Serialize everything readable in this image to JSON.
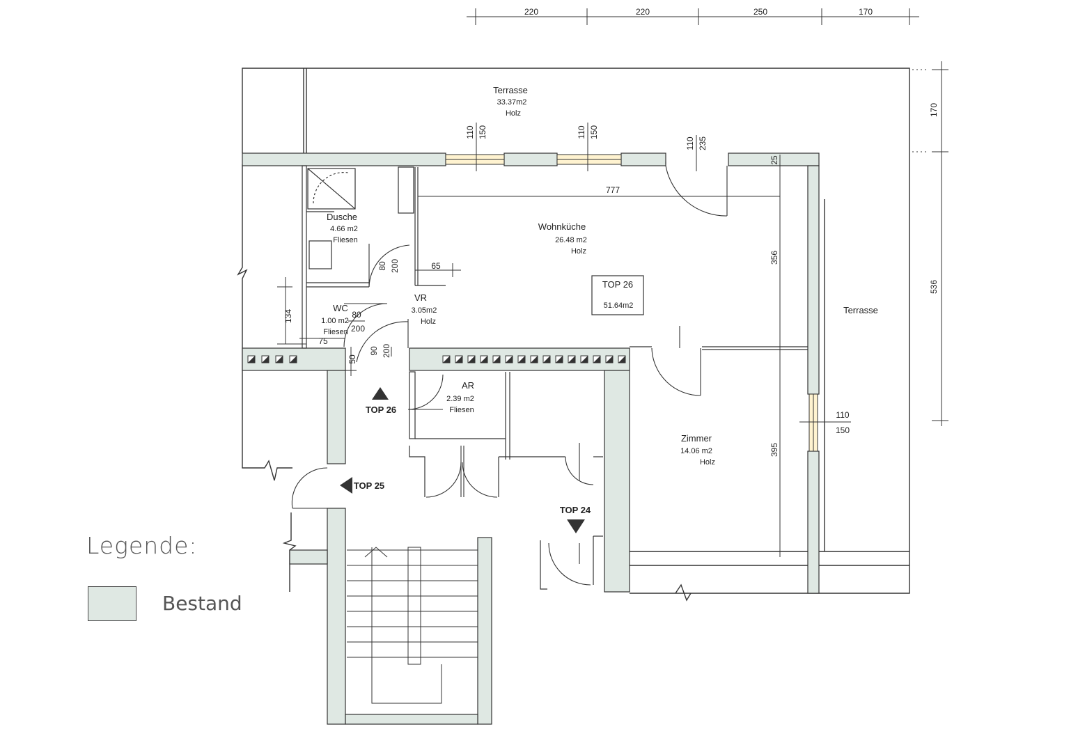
{
  "colors": {
    "existing_wall": "#dfe8e3",
    "line": "#333333"
  },
  "dimensions": {
    "top": [
      "220",
      "220",
      "250",
      "170"
    ],
    "right": [
      "170",
      "536"
    ],
    "interior": {
      "wohnkueche_width": "777",
      "wohnkueche_depth": "356",
      "zimmer_depth": "395",
      "wall_25": "25",
      "wc_134": "134",
      "wc_75": "75",
      "wc_50": "50",
      "vr_65": "65"
    }
  },
  "openings": {
    "window_1": [
      "110",
      "150"
    ],
    "window_2": [
      "110",
      "150"
    ],
    "terrace_door": [
      "110",
      "235"
    ],
    "dusche_door": [
      "80",
      "200"
    ],
    "wc_door": [
      "80",
      "200"
    ],
    "entry_door": [
      "90",
      "200"
    ],
    "side_window": [
      "110",
      "150"
    ]
  },
  "rooms": {
    "terrasse_top": {
      "name": "Terrasse",
      "area": "33.37m2",
      "floor": "Holz"
    },
    "dusche": {
      "name": "Dusche",
      "area": "4.66 m2",
      "floor": "Fliesen"
    },
    "wohnkueche": {
      "name": "Wohnküche",
      "area": "26.48 m2",
      "floor": "Holz"
    },
    "vr": {
      "name": "VR",
      "area": "3.05m2",
      "floor": "Holz"
    },
    "wc": {
      "name": "WC",
      "area": "1.00 m2",
      "floor": "Fliesen"
    },
    "ar": {
      "name": "AR",
      "area": "2.39 m2",
      "floor": "Fliesen"
    },
    "zimmer": {
      "name": "Zimmer",
      "area": "14.06 m2",
      "floor": "Holz"
    },
    "terrasse_side": {
      "name": "Terrasse"
    }
  },
  "unit": {
    "name": "TOP 26",
    "area": "51.64m2"
  },
  "markers": {
    "top26": "TOP 26",
    "top25": "TOP 25",
    "top24": "TOP 24"
  },
  "legend": {
    "title": "Legende:",
    "items": [
      {
        "label": "Bestand"
      }
    ]
  }
}
